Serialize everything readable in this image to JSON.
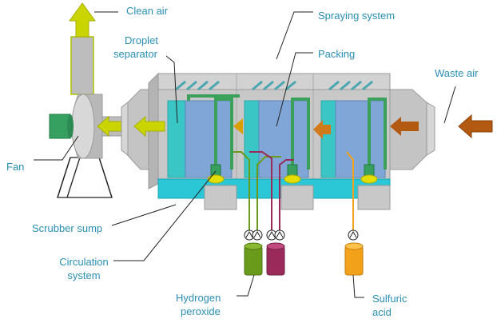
{
  "labels": {
    "clean_air": "Clean air",
    "droplet_separator": [
      "Droplet",
      "separator"
    ],
    "spraying_system": "Spraying system",
    "packing": "Packing",
    "waste_air": "Waste air",
    "fan": "Fan",
    "scrubber_sump": "Scrubber sump",
    "circulation_system": [
      "Circulation",
      "system"
    ],
    "hydrogen_peroxide": [
      "Hydrogen",
      "peroxide"
    ],
    "sulfuric_acid": [
      "Sulfuric",
      "acid"
    ]
  },
  "colors": {
    "label_text": "#2a8fb5",
    "housing": "#c8c8c8",
    "packing": "#7fa6d6",
    "cyan_panel": "#39c6c4",
    "pipe_green": "#3aa05a",
    "clean_air_arrow": "#c9d400",
    "waste_air_arrow": "#b35a12",
    "hydrogen_peroxide_tank": "#6a9a1a",
    "second_tank": "#9a2a5a",
    "sulfuric_acid_tank": "#f2a21a",
    "sump": "#2bc7d6"
  },
  "icons": [
    "up-arrow",
    "left-arrow",
    "pump-symbol",
    "fan-housing"
  ]
}
